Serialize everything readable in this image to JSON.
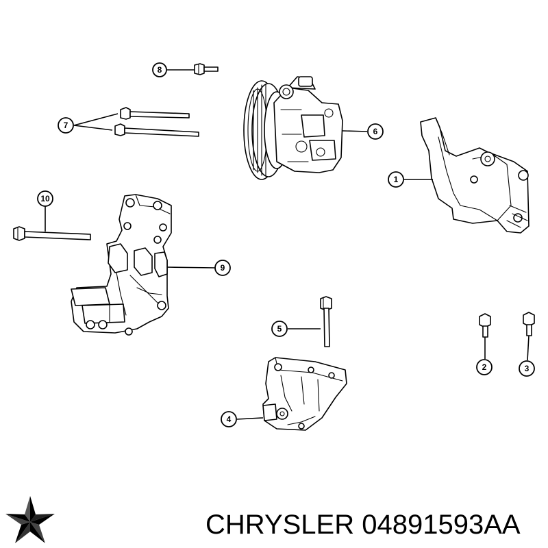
{
  "caption": {
    "brand": "CHRYSLER",
    "part_number": "04891593AA"
  },
  "logo": {
    "icon": "chrysler-pentastar-icon"
  },
  "callouts": [
    {
      "id": "1",
      "label": "1"
    },
    {
      "id": "2",
      "label": "2"
    },
    {
      "id": "3",
      "label": "3"
    },
    {
      "id": "4",
      "label": "4"
    },
    {
      "id": "5",
      "label": "5"
    },
    {
      "id": "6",
      "label": "6"
    },
    {
      "id": "7",
      "label": "7"
    },
    {
      "id": "8",
      "label": "8"
    },
    {
      "id": "9",
      "label": "9"
    },
    {
      "id": "10",
      "label": "10"
    }
  ],
  "colors": {
    "line": "#000000",
    "background": "#ffffff"
  }
}
